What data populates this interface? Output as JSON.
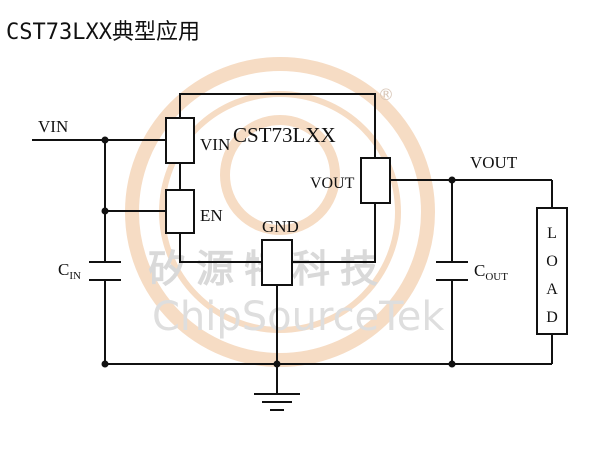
{
  "title": "CST73LXX典型应用",
  "chip": {
    "name": "CST73LXX",
    "pin_vin": "VIN",
    "pin_en": "EN",
    "pin_gnd": "GND",
    "pin_vout": "VOUT"
  },
  "nets": {
    "vin": "VIN",
    "vout": "VOUT"
  },
  "components": {
    "cin": {
      "main": "C",
      "sub": "IN"
    },
    "cout": {
      "main": "C",
      "sub": "OUT"
    },
    "load_letters": [
      "L",
      "O",
      "A",
      "D"
    ]
  },
  "watermark": {
    "cn": "矽源特科技",
    "en": "ChipSourceTek",
    "registered": "®"
  },
  "colors": {
    "line": "#111111",
    "watermark_ring": "#f6dcc4"
  }
}
